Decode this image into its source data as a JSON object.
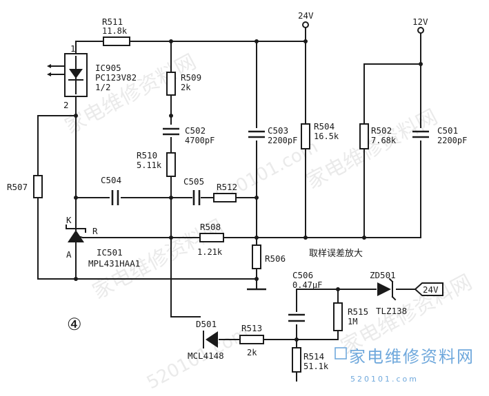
{
  "components": {
    "r511": {
      "ref": "R511",
      "value": "11.8k"
    },
    "ic905": {
      "ref": "IC905",
      "part": "PC123V82",
      "unit": "1/2",
      "pin1": "1",
      "pin2": "2"
    },
    "r509": {
      "ref": "R509",
      "value": "2k"
    },
    "c502": {
      "ref": "C502",
      "value": "4700pF"
    },
    "r510": {
      "ref": "R510",
      "value": "5.11k"
    },
    "c503": {
      "ref": "C503",
      "value": "2200pF"
    },
    "r504": {
      "ref": "R504",
      "value": "16.5k"
    },
    "r502": {
      "ref": "R502",
      "value": "7.68k"
    },
    "c501": {
      "ref": "C501",
      "value": "2200pF"
    },
    "r507": {
      "ref": "R507"
    },
    "c504": {
      "ref": "C504"
    },
    "c505": {
      "ref": "C505"
    },
    "r512": {
      "ref": "R512"
    },
    "r508": {
      "ref": "R508",
      "value": "1.21k"
    },
    "ic501": {
      "ref": "IC501",
      "part": "MPL431HAA1",
      "pin_k": "K",
      "pin_r": "R",
      "pin_a": "A"
    },
    "r506": {
      "ref": "R506"
    },
    "c506": {
      "ref": "C506",
      "value": "0.47μF"
    },
    "zd501": {
      "ref": "ZD501",
      "part": "TLZ138"
    },
    "r515": {
      "ref": "R515",
      "value": "1M"
    },
    "d501": {
      "ref": "D501",
      "part": "MCL4148"
    },
    "r513": {
      "ref": "R513",
      "value": "2k"
    },
    "r514": {
      "ref": "R514",
      "value": "51.1k"
    }
  },
  "rails": {
    "v24": "24V",
    "v12": "12V",
    "tag_24v": "24V"
  },
  "caption": "取样误差放大",
  "figure_number": "④",
  "watermarks": {
    "cn": "家电维修资料网",
    "url": "520101.com"
  },
  "logo": {
    "cn": "家电维修资料网",
    "url": "520101.com"
  }
}
